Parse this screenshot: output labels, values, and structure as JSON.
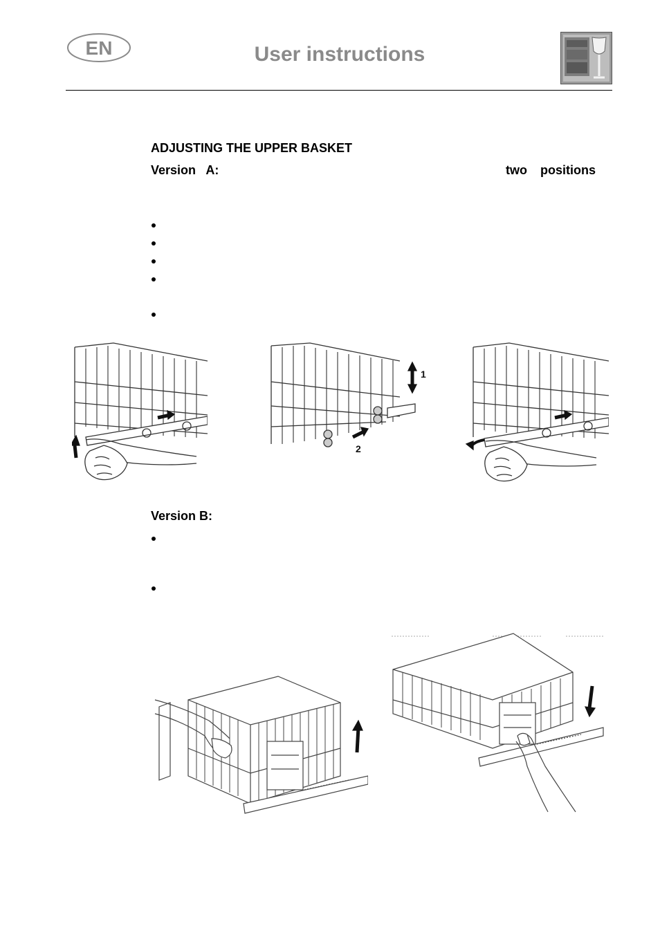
{
  "header": {
    "language_badge": "EN",
    "title": "User instructions",
    "icon": "dishwasher-glass-icon"
  },
  "section": {
    "heading": "ADJUSTING THE UPPER BASKET",
    "version_a": {
      "label": "Version   A:",
      "trailing_words": [
        "two",
        "positions"
      ],
      "bullet_count": 5,
      "figures": [
        "basket-rail-release-figure",
        "basket-lift-figure",
        "basket-rail-lock-figure"
      ],
      "figure_labels": [
        "1",
        "2"
      ]
    },
    "version_b": {
      "label": "Version B:",
      "bullet_count": 2,
      "figures": [
        "basket-raise-figure",
        "basket-lower-figure"
      ]
    }
  },
  "colors": {
    "header_title": "#8a8a8a",
    "rule": "#000000",
    "line_art": "#333333"
  }
}
